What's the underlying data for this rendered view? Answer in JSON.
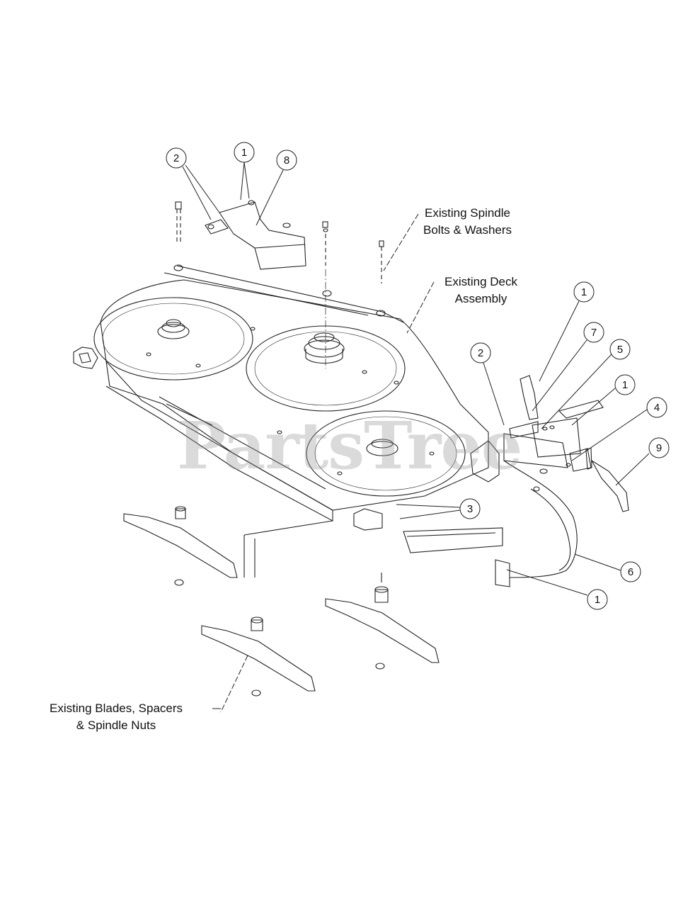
{
  "watermark": "PartsTree",
  "colors": {
    "line": "#222222",
    "watermark": "#969696",
    "background": "#ffffff"
  },
  "notes": {
    "spindle_bolts": [
      "Existing Spindle",
      "Bolts & Washers"
    ],
    "deck_assembly": [
      "Existing Deck",
      "Assembly"
    ],
    "blades": [
      "Existing Blades, Spacers",
      "& Spindle Nuts"
    ]
  },
  "callouts": [
    {
      "id": "c2-left",
      "label": "2"
    },
    {
      "id": "c1-top",
      "label": "1"
    },
    {
      "id": "c8",
      "label": "8"
    },
    {
      "id": "c1-right-top",
      "label": "1"
    },
    {
      "id": "c2-right",
      "label": "2"
    },
    {
      "id": "c7",
      "label": "7"
    },
    {
      "id": "c5",
      "label": "5"
    },
    {
      "id": "c1-right-mid",
      "label": "1"
    },
    {
      "id": "c4",
      "label": "4"
    },
    {
      "id": "c9",
      "label": "9"
    },
    {
      "id": "c3",
      "label": "3"
    },
    {
      "id": "c6",
      "label": "6"
    },
    {
      "id": "c1-bottom",
      "label": "1"
    }
  ]
}
